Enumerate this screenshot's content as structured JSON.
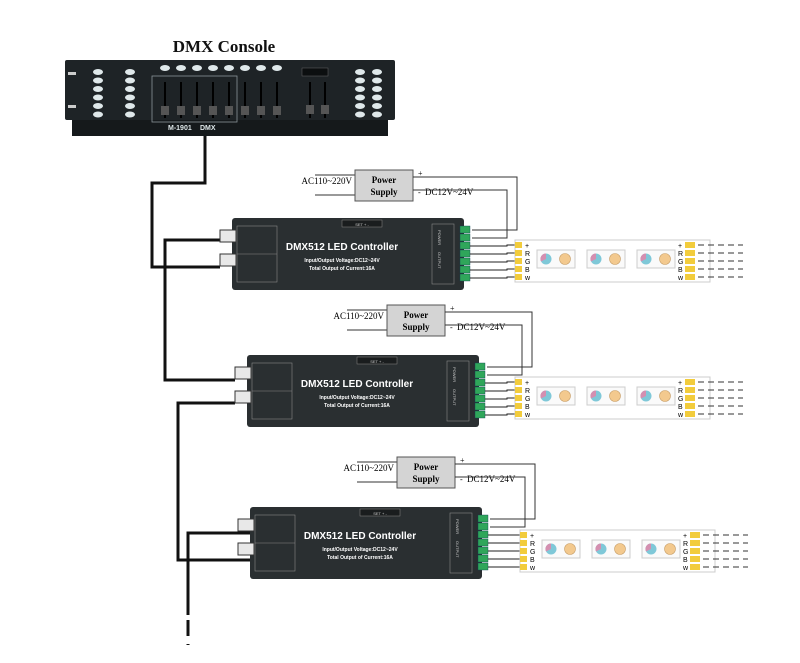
{
  "title": "DMX Console",
  "console": {
    "model": "M-1901",
    "label": "DMX",
    "body_color": "#1e2326",
    "button_color": "#dfe8ea"
  },
  "units": [
    {
      "power_supply": {
        "line1": "Power",
        "line2": "Supply",
        "input": "AC110~220V",
        "output": "DC12V~24V",
        "plus": "+",
        "minus": "-"
      },
      "controller": {
        "name": "DMX512 LED Controller",
        "spec1": "Input/Output Voltage:DC12~24V",
        "spec2": "Total Output of Current:16A",
        "panel_buttons": "SET  +  -",
        "power_label": "POWER",
        "output_label": "OUTPUT"
      }
    },
    {
      "power_supply": {
        "line1": "Power",
        "line2": "Supply",
        "input": "AC110~220V",
        "output": "DC12V~24V",
        "plus": "+",
        "minus": "-"
      },
      "controller": {
        "name": "DMX512 LED Controller",
        "spec1": "Input/Output Voltage:DC12~24V",
        "spec2": "Total Output of Current:16A",
        "panel_buttons": "SET  +  -",
        "power_label": "POWER",
        "output_label": "OUTPUT"
      }
    },
    {
      "power_supply": {
        "line1": "Power",
        "line2": "Supply",
        "input": "AC110~220V",
        "output": "DC12V~24V",
        "plus": "+",
        "minus": "-"
      },
      "controller": {
        "name": "DMX512 LED Controller",
        "spec1": "Input/Output Voltage:DC12~24V",
        "spec2": "Total Output of Current:16A",
        "panel_buttons": "SET  +  -",
        "power_label": "POWER",
        "output_label": "OUTPUT"
      }
    }
  ],
  "strip": {
    "pins": [
      "+",
      "R",
      "G",
      "B",
      "w"
    ],
    "connector_color": "#f2cc3c",
    "led_warm_color": "#f3c98e"
  },
  "colors": {
    "controller_body": "#2a2f31",
    "power_supply_fill": "#d4d4d4",
    "cable": "#111111",
    "terminal": "#2fa65a"
  }
}
